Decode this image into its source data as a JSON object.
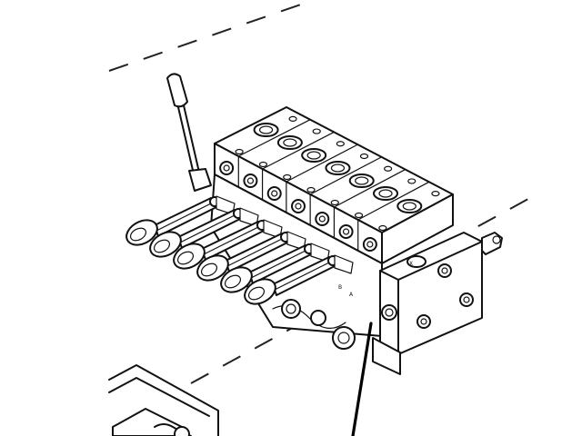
{
  "figure": {
    "port_labels": [
      "B",
      "A",
      "X"
    ]
  },
  "colors": {
    "ink": "#111111",
    "background": "#ffffff"
  }
}
